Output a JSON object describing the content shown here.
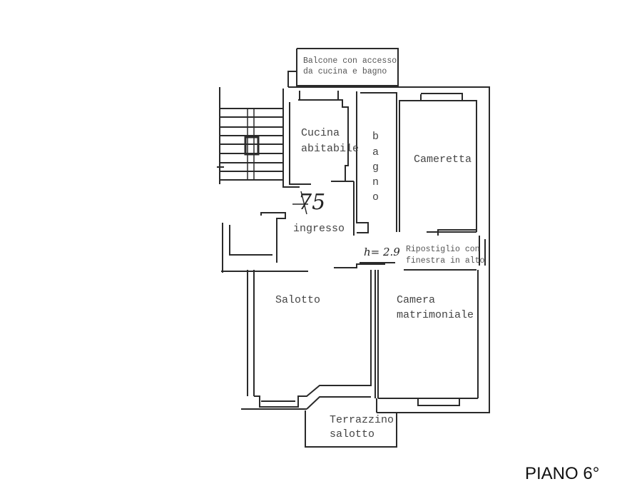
{
  "plan": {
    "title": "PIANO 6°",
    "rooms": {
      "balcone": {
        "line1": "Balcone con accesso",
        "line2": "da cucina e bagno"
      },
      "cucina": {
        "line1": "Cucina",
        "line2": "abitabile"
      },
      "bagno": {
        "letters": [
          "b",
          "a",
          "g",
          "n",
          "o"
        ]
      },
      "cameretta": {
        "label": "Cameretta"
      },
      "ingresso": {
        "label": "ingresso"
      },
      "ripostiglio": {
        "line1": "Ripostiglio con",
        "line2": "finestra in alto"
      },
      "salotto": {
        "label": "Salotto"
      },
      "camera": {
        "line1": "Camera",
        "line2": "matrimoniale"
      },
      "terrazzino": {
        "line1": "Terrazzino",
        "line2": "salotto"
      }
    },
    "annotations": {
      "area_mark": "75",
      "height_mark": "h= 2.9"
    },
    "colors": {
      "line": "#2a2a2a",
      "text": "#444444",
      "background": "#ffffff"
    }
  }
}
